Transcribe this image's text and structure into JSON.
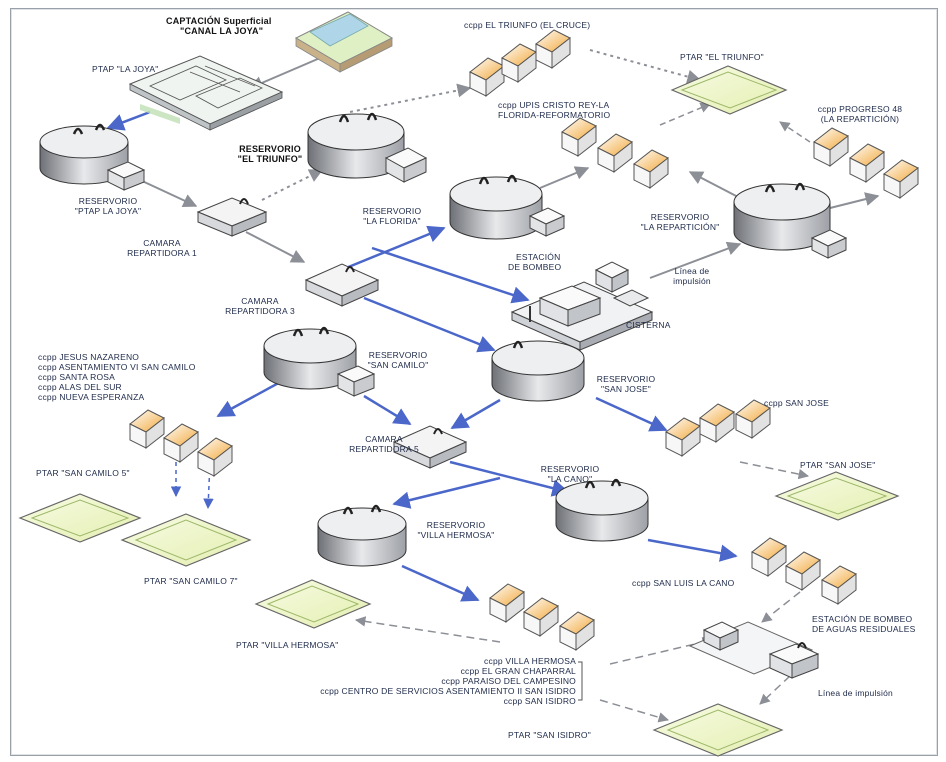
{
  "labels": {
    "captacion_1": "CAPTACIÓN Superficial",
    "captacion_2": "\"CANAL LA JOYA\"",
    "ptap_joya": "PTAP \"LA JOYA\"",
    "res_ptap_1": "RESERVORIO",
    "res_ptap_2": "\"PTAP LA JOYA\"",
    "res_triunfo_1": "RESERVORIO",
    "res_triunfo_2": "\"EL TRIUNFO\"",
    "cam1_1": "CAMARA",
    "cam1_2": "REPARTIDORA 1",
    "cam3_1": "CAMARA",
    "cam3_2": "REPARTIDORA 3",
    "cam5_1": "CAMARA",
    "cam5_2": "REPARTIDORA 5",
    "ccpp_triunfo": "ccpp EL TRIUNFO (EL CRUCE)",
    "ptar_triunfo": "PTAR \"EL TRIUNFO\"",
    "ccpp_upis_1": "ccpp UPIS CRISTO REY-LA",
    "ccpp_upis_2": "FLORIDA-REFORMATORIO",
    "ccpp_progreso_1": "ccpp PROGRESO 48",
    "ccpp_progreso_2": "(LA REPARTICIÓN)",
    "res_florida_1": "RESERVORIO",
    "res_florida_2": "\"LA FLORIDA\"",
    "res_reparticion_1": "RESERVORIO",
    "res_reparticion_2": "\"LA REPARTICIÓN\"",
    "estacion_1": "ESTACIÓN",
    "estacion_2": "DE BOMBEO",
    "cisterna": "CISTERNA",
    "linea_imp_1": "Línea de",
    "linea_imp_2": "impulsión",
    "ccpp_group_1": "ccpp JESUS NAZARENO",
    "ccpp_group_2": "ccpp ASENTAMIENTO VI SAN CAMILO",
    "ccpp_group_3": "ccpp SANTA ROSA",
    "ccpp_group_4": "ccpp ALAS DEL SUR",
    "ccpp_group_5": "ccpp NUEVA ESPERANZA",
    "res_san_camilo_1": "RESERVORIO",
    "res_san_camilo_2": "\"SAN CAMILO\"",
    "res_san_jose_1": "RESERVORIO",
    "res_san_jose_2": "\"SAN JOSE\"",
    "ccpp_san_jose": "ccpp SAN JOSE",
    "ptar_san_camilo5": "PTAR \"SAN CAMILO 5\"",
    "ptar_san_camilo7": "PTAR \"SAN CAMILO 7\"",
    "ptar_san_jose": "PTAR \"SAN JOSE\"",
    "res_la_cano_1": "RESERVORIO",
    "res_la_cano_2": "\"LA CANO\"",
    "res_villa_1": "RESERVORIO",
    "res_villa_2": "\"VILLA HERMOSA\"",
    "ccpp_san_luis": "ccpp SAN LUIS LA CANO",
    "estacion_ar_1": "ESTACIÓN DE BOMBEO",
    "estacion_ar_2": "DE AGUAS RESIDUALES",
    "linea_imp_b": "Línea de impulsión",
    "ptar_villa": "PTAR \"VILLA HERMOSA\"",
    "ccpp_bottom_1": "ccpp VILLA HERMOSA",
    "ccpp_bottom_2": "ccpp EL GRAN CHAPARRAL",
    "ccpp_bottom_3": "ccpp PARAISO DEL CAMPESINO",
    "ccpp_bottom_4": "ccpp CENTRO DE SERVICIOS ASENTAMIENTO II SAN ISIDRO",
    "ccpp_bottom_5": "ccpp SAN ISIDRO",
    "ptar_san_isidro": "PTAR \"SAN ISIDRO\""
  },
  "colors": {
    "water_line": "#4a67c9",
    "gray_line": "#8c8f96",
    "sewer_line": "#8a8f98",
    "label_text": "#1e2a4a",
    "house_roof": "#f2b24c",
    "ptar_fill": "#eef5c8"
  }
}
